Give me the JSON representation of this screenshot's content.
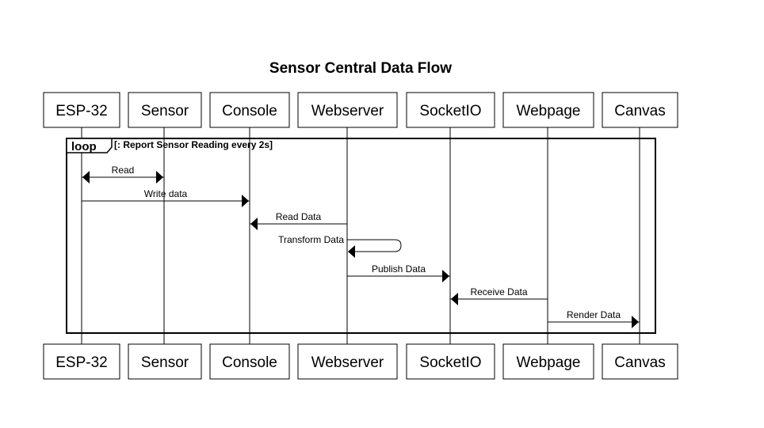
{
  "diagram": {
    "title": "Sensor Central Data Flow",
    "participants": [
      {
        "id": "esp32",
        "label": "ESP-32"
      },
      {
        "id": "sensor",
        "label": "Sensor"
      },
      {
        "id": "console",
        "label": "Console"
      },
      {
        "id": "webserver",
        "label": "Webserver"
      },
      {
        "id": "socketio",
        "label": "SocketIO"
      },
      {
        "id": "webpage",
        "label": "Webpage"
      },
      {
        "id": "canvas",
        "label": "Canvas"
      }
    ],
    "loop": {
      "keyword": "loop",
      "condition": "[: Report Sensor Reading every 2s]"
    },
    "messages": [
      {
        "from": "esp32",
        "to": "sensor",
        "label": "Read",
        "bidirectional": true
      },
      {
        "from": "esp32",
        "to": "console",
        "label": "Write data"
      },
      {
        "from": "webserver",
        "to": "console",
        "label": "Read Data"
      },
      {
        "from": "webserver",
        "to": "webserver",
        "label": "Transform Data",
        "self": true
      },
      {
        "from": "webserver",
        "to": "socketio",
        "label": "Publish Data"
      },
      {
        "from": "webpage",
        "to": "socketio",
        "label": "Receive Data"
      },
      {
        "from": "webpage",
        "to": "canvas",
        "label": "Render Data"
      }
    ]
  }
}
